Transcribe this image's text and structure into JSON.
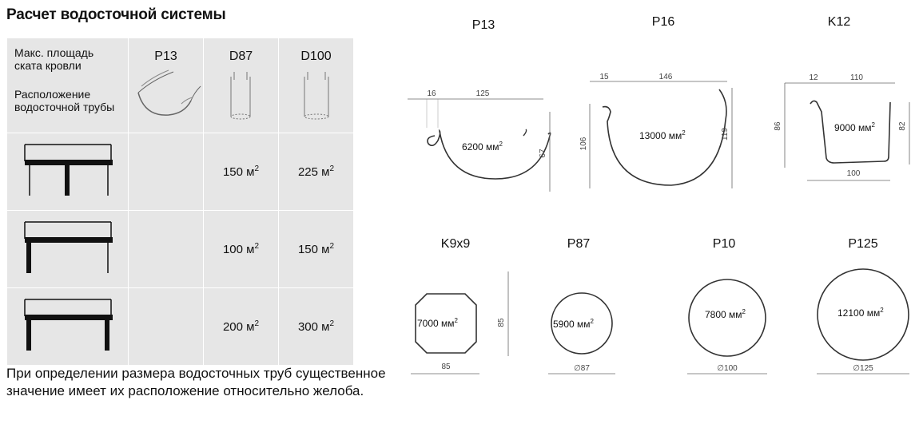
{
  "title": "Расчет водосточной системы",
  "table": {
    "header_label_area": "Макс. площадь ската кровли",
    "header_label_position": "Расположение водосточной трубы",
    "columns": [
      "P13",
      "D87",
      "D100"
    ],
    "rows": [
      {
        "col1": "",
        "col2": "150 м",
        "col3": "225 м"
      },
      {
        "col1": "",
        "col2": "100 м",
        "col3": "150 м"
      },
      {
        "col1": "",
        "col2": "200 м",
        "col3": "300 м"
      }
    ],
    "sup": "2"
  },
  "note": "При определении размера водосточных труб существенное значение имеет их расположение относительно желоба.",
  "profiles": {
    "p13": {
      "label": "P13",
      "area": "6200 мм",
      "dim_top_a": "16",
      "dim_top_b": "125",
      "dim_side": "67"
    },
    "p16": {
      "label": "P16",
      "area": "13000 мм",
      "dim_top_a": "15",
      "dim_top_b": "146",
      "dim_left": "106",
      "dim_right": "119"
    },
    "k12": {
      "label": "K12",
      "area": "9000 мм",
      "dim_top_a": "12",
      "dim_top_b": "110",
      "dim_left": "86",
      "dim_right": "82",
      "dim_bottom": "100"
    },
    "k9x9": {
      "label": "K9x9",
      "area": "7000 мм",
      "dim_bottom": "85",
      "dim_right": "85"
    },
    "p87": {
      "label": "P87",
      "area": "5900 мм",
      "dim_bottom": "∅87"
    },
    "p10": {
      "label": "P10",
      "area": "7800 мм",
      "dim_bottom": "∅100"
    },
    "p125": {
      "label": "P125",
      "area": "12100 мм",
      "dim_bottom": "∅125"
    }
  }
}
